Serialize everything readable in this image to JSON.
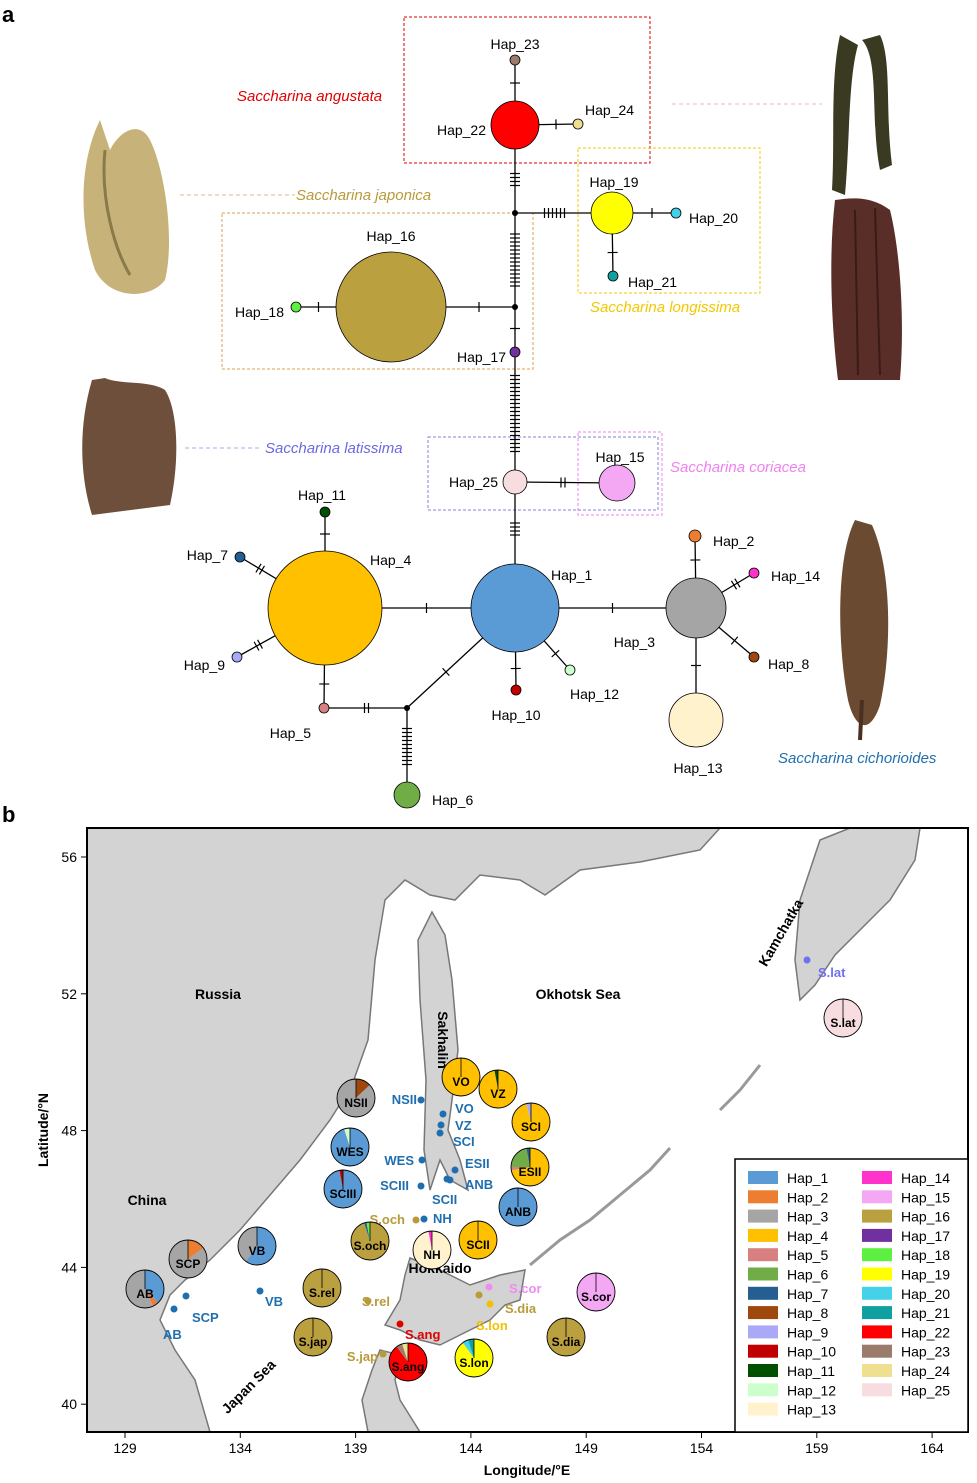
{
  "panels": {
    "a": "a",
    "b": "b"
  },
  "network": {
    "haplotypes": [
      "Hap_1",
      "Hap_2",
      "Hap_3",
      "Hap_4",
      "Hap_5",
      "Hap_6",
      "Hap_7",
      "Hap_8",
      "Hap_9",
      "Hap_10",
      "Hap_11",
      "Hap_12",
      "Hap_13",
      "Hap_14",
      "Hap_15",
      "Hap_16",
      "Hap_17",
      "Hap_18",
      "Hap_19",
      "Hap_20",
      "Hap_21",
      "Hap_22",
      "Hap_23",
      "Hap_24",
      "Hap_25"
    ],
    "species": [
      {
        "name": "Saccharina angustata",
        "color": "#E00000"
      },
      {
        "name": "Saccharina japonica",
        "color": "#B89A3A"
      },
      {
        "name": "Saccharina longissima",
        "color": "#F2C800"
      },
      {
        "name": "Saccharina latissima",
        "color": "#6A6AE0"
      },
      {
        "name": "Saccharina coriacea",
        "color": "#F080F0"
      },
      {
        "name": "Saccharina cichorioides",
        "color": "#1F6FB0"
      }
    ]
  },
  "map": {
    "xlabel": "Longitude/°E",
    "ylabel": "Latitude/°N",
    "xticks": [
      "129",
      "134",
      "139",
      "144",
      "149",
      "154",
      "159",
      "164"
    ],
    "yticks": [
      "56",
      "52",
      "48",
      "44",
      "40"
    ],
    "regions": [
      "Russia",
      "China",
      "Okhotsk Sea",
      "Sakhalin",
      "Hokkaido",
      "Japan Sea",
      "Kamchatka"
    ],
    "pies": [
      {
        "label": "NSII",
        "pie": [
          [
            "Hap_8",
            0.13
          ],
          [
            "Hap_3",
            0.87
          ]
        ]
      },
      {
        "label": "WES",
        "pie": [
          [
            "Hap_1",
            0.95
          ],
          [
            "Hap_12",
            0.05
          ]
        ]
      },
      {
        "label": "SCIII",
        "pie": [
          [
            "Hap_1",
            0.97
          ],
          [
            "Hap_10",
            0.03
          ]
        ]
      },
      {
        "label": "VO",
        "pie": [
          [
            "Hap_4",
            1
          ]
        ]
      },
      {
        "label": "VZ",
        "pie": [
          [
            "Hap_4",
            0.97
          ],
          [
            "Hap_11",
            0.03
          ]
        ]
      },
      {
        "label": "SCI",
        "pie": [
          [
            "Hap_4",
            0.96
          ],
          [
            "Hap_9",
            0.04
          ]
        ]
      },
      {
        "label": "ESII",
        "pie": [
          [
            "Hap_4",
            0.72
          ],
          [
            "Hap_5",
            0.03
          ],
          [
            "Hap_6",
            0.22
          ],
          [
            "Hap_7",
            0.03
          ]
        ]
      },
      {
        "label": "ANB",
        "pie": [
          [
            "Hap_1",
            1
          ]
        ]
      },
      {
        "label": "SCII",
        "pie": [
          [
            "Hap_4",
            1
          ]
        ]
      },
      {
        "label": "NH",
        "pie": [
          [
            "Hap_13",
            0.97
          ],
          [
            "Hap_14",
            0.03
          ]
        ]
      },
      {
        "label": "S.och",
        "pie": [
          [
            "Hap_16",
            0.95
          ],
          [
            "Hap_7",
            0.02
          ],
          [
            "Hap_18",
            0.03
          ]
        ]
      },
      {
        "label": "S.rel",
        "pie": [
          [
            "Hap_16",
            1
          ]
        ]
      },
      {
        "label": "S.jap",
        "pie": [
          [
            "Hap_16",
            1
          ]
        ]
      },
      {
        "label": "S.ang",
        "pie": [
          [
            "Hap_22",
            0.9
          ],
          [
            "Hap_23",
            0.05
          ],
          [
            "Hap_24",
            0.05
          ]
        ]
      },
      {
        "label": "S.lon",
        "pie": [
          [
            "Hap_19",
            0.9
          ],
          [
            "Hap_20",
            0.05
          ],
          [
            "Hap_21",
            0.05
          ]
        ]
      },
      {
        "label": "S.dia",
        "pie": [
          [
            "Hap_16",
            1
          ]
        ]
      },
      {
        "label": "S.cor",
        "pie": [
          [
            "Hap_15",
            1
          ]
        ]
      },
      {
        "label": "S.lat",
        "pie": [
          [
            "Hap_25",
            1
          ]
        ]
      },
      {
        "label": "VB",
        "pie": [
          [
            "Hap_1",
            0.6
          ],
          [
            "Hap_3",
            0.4
          ]
        ]
      },
      {
        "label": "SCP",
        "pie": [
          [
            "Hap_2",
            0.15
          ],
          [
            "Hap_3",
            0.85
          ]
        ]
      },
      {
        "label": "AB",
        "pie": [
          [
            "Hap_1",
            0.38
          ],
          [
            "Hap_2",
            0.05
          ],
          [
            "Hap_3",
            0.57
          ]
        ]
      }
    ],
    "points": [
      {
        "label": "NSII",
        "color": "#1F6FB0"
      },
      {
        "label": "VO",
        "color": "#1F6FB0"
      },
      {
        "label": "VZ",
        "color": "#1F6FB0"
      },
      {
        "label": "SCI",
        "color": "#1F6FB0"
      },
      {
        "label": "WES",
        "color": "#1F6FB0"
      },
      {
        "label": "ESII",
        "color": "#1F6FB0"
      },
      {
        "label": "SCIII",
        "color": "#1F6FB0"
      },
      {
        "label": "ANB",
        "color": "#1F6FB0"
      },
      {
        "label": "SCII",
        "color": "#1F6FB0"
      },
      {
        "label": "NH",
        "color": "#1F6FB0"
      },
      {
        "label": "S.och",
        "color": "#B89A3A"
      },
      {
        "label": "S.rel",
        "color": "#B89A3A"
      },
      {
        "label": "S.jap",
        "color": "#B89A3A"
      },
      {
        "label": "S.ang",
        "color": "#E00000"
      },
      {
        "label": "S.lon",
        "color": "#F2C000"
      },
      {
        "label": "S.dia",
        "color": "#B89A3A"
      },
      {
        "label": "S.cor",
        "color": "#F08CF0"
      },
      {
        "label": "S.lat",
        "color": "#7070F0"
      },
      {
        "label": "VB",
        "color": "#1F6FB0"
      },
      {
        "label": "SCP",
        "color": "#1F6FB0"
      },
      {
        "label": "AB",
        "color": "#1F6FB0"
      }
    ],
    "legend": [
      {
        "name": "Hap_1",
        "color": "#5B9BD5"
      },
      {
        "name": "Hap_2",
        "color": "#ED7D31"
      },
      {
        "name": "Hap_3",
        "color": "#A5A5A5"
      },
      {
        "name": "Hap_4",
        "color": "#FFC000"
      },
      {
        "name": "Hap_5",
        "color": "#D88080"
      },
      {
        "name": "Hap_6",
        "color": "#70AD47"
      },
      {
        "name": "Hap_7",
        "color": "#255E91"
      },
      {
        "name": "Hap_8",
        "color": "#9E480E"
      },
      {
        "name": "Hap_9",
        "color": "#A9A9F8"
      },
      {
        "name": "Hap_10",
        "color": "#C00000"
      },
      {
        "name": "Hap_11",
        "color": "#005000"
      },
      {
        "name": "Hap_12",
        "color": "#CCFFCC"
      },
      {
        "name": "Hap_13",
        "color": "#FFF2CC"
      },
      {
        "name": "Hap_14",
        "color": "#FF33CC"
      },
      {
        "name": "Hap_15",
        "color": "#F4A8F4"
      },
      {
        "name": "Hap_16",
        "color": "#BBA040"
      },
      {
        "name": "Hap_17",
        "color": "#7030A0"
      },
      {
        "name": "Hap_18",
        "color": "#5EF040"
      },
      {
        "name": "Hap_19",
        "color": "#FFFF00"
      },
      {
        "name": "Hap_20",
        "color": "#44D2E8"
      },
      {
        "name": "Hap_21",
        "color": "#11A0A0"
      },
      {
        "name": "Hap_22",
        "color": "#FF0000"
      },
      {
        "name": "Hap_23",
        "color": "#9B7B6B"
      },
      {
        "name": "Hap_24",
        "color": "#EEE08E"
      },
      {
        "name": "Hap_25",
        "color": "#F8DDE0"
      }
    ]
  }
}
